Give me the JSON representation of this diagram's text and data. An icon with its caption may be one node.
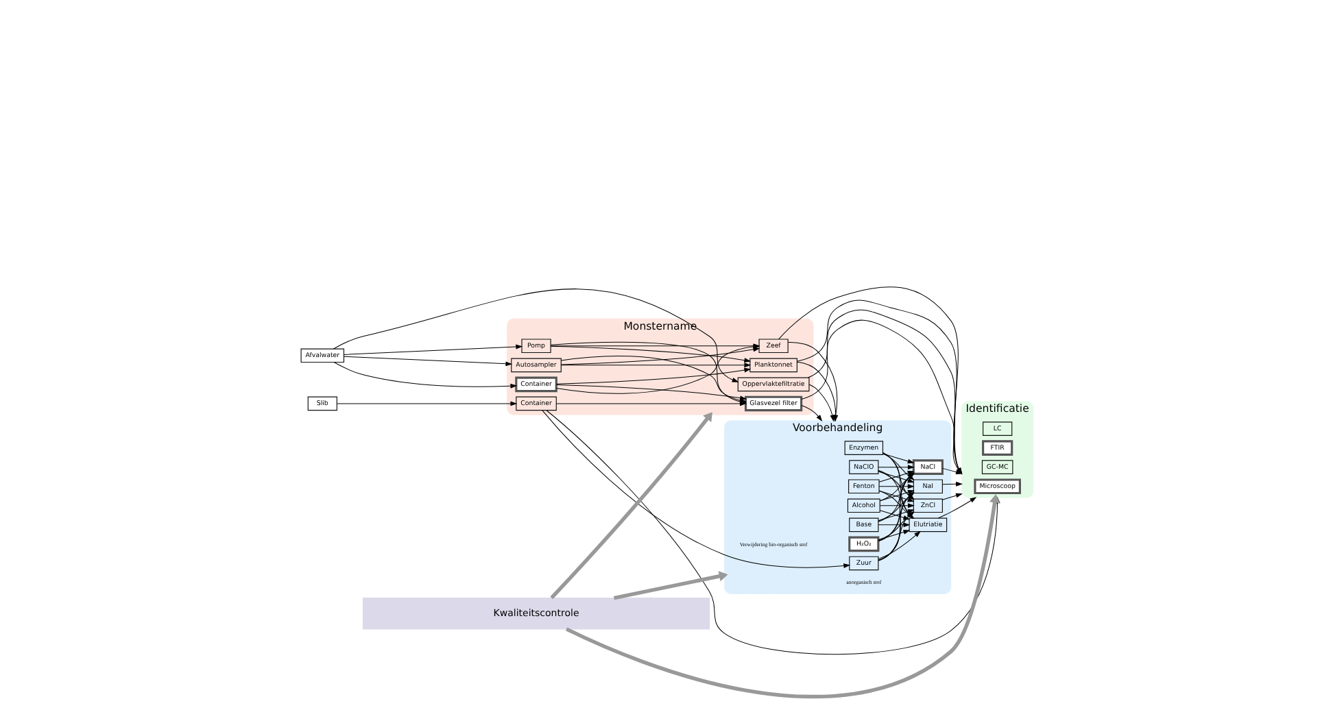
{
  "diagram": {
    "nodes": [
      {
        "text": [
          "Monstername"
        ]
      },
      {
        "text": [
          "Oppervlaktefiltratie"
        ],
        "in": 0
      },
      {
        "text": [
          "Container"
        ],
        "in": 0
      },
      {
        "text": [
          "Zeef"
        ],
        "in": 0
      },
      {
        "text": [
          "Autosampler"
        ],
        "in": 0
      },
      {
        "text": [
          "Planktonnet"
        ],
        "in": 0
      },
      {
        "text": [
          "Pomp"
        ],
        "in": 0
      },
      {
        "text": [
          "Glasvezel filter"
        ],
        "in": 0
      },
      {
        "text": [
          "Container"
        ],
        "in": 0
      },
      {
        "text": [
          "Voorbehandeling"
        ]
      },
      {
        "text": [
          "H₂O₂"
        ],
        "in": 9
      },
      {
        "text": [
          "Fenton"
        ],
        "in": 9
      },
      {
        "text": [
          "NaClO"
        ],
        "in": 9
      },
      {
        "text": [
          "Enzymen"
        ],
        "in": 9
      },
      {
        "text": [
          "Base"
        ],
        "in": 9
      },
      {
        "text": [
          "Zuur"
        ],
        "in": 9
      },
      {
        "text": [
          "Alcohol"
        ],
        "in": 9
      },
      {
        "text": [
          "NaCl"
        ],
        "in": 9
      },
      {
        "text": [
          "NaI"
        ],
        "in": 9
      },
      {
        "text": [
          "ZnCl"
        ],
        "in": 9
      },
      {
        "text": [
          "Elutriatie"
        ],
        "in": 9
      },
      {
        "text": [
          "Identificatie"
        ]
      },
      {
        "text": [
          "Microscoop"
        ],
        "in": 21
      },
      {
        "text": [
          "FTIR"
        ],
        "in": 21
      },
      {
        "text": [
          "GC-MC"
        ],
        "in": 21
      },
      {
        "text": [
          "LC"
        ],
        "in": 21
      },
      {
        "text": [
          "Afvalwater"
        ]
      },
      {
        "text": [
          "Slib"
        ]
      },
      {
        "text": [
          "Kwaliteitscontrole"
        ]
      }
    ],
    "edges": [
      {
        "from": 26,
        "to": 1,
        "arrow": "to"
      },
      {
        "from": 26,
        "to": 2,
        "arrow": "to"
      },
      {
        "from": 26,
        "to": 4,
        "arrow": "to"
      },
      {
        "from": 26,
        "to": 6,
        "arrow": "to"
      },
      {
        "from": 2,
        "to": 3,
        "arrow": "to"
      },
      {
        "from": 2,
        "to": 5,
        "arrow": "to"
      },
      {
        "from": 2,
        "to": 7,
        "arrow": "to"
      },
      {
        "from": 4,
        "to": 3,
        "arrow": "to"
      },
      {
        "from": 4,
        "to": 5,
        "arrow": "to"
      },
      {
        "from": 4,
        "to": 7,
        "arrow": "to"
      },
      {
        "from": 6,
        "to": 3,
        "arrow": "to"
      },
      {
        "from": 6,
        "to": 5,
        "arrow": "to"
      },
      {
        "from": 6,
        "to": 7,
        "arrow": "to"
      },
      {
        "from": 27,
        "to": 8,
        "arrow": "to"
      },
      {
        "from": 8,
        "to": 7,
        "arrow": "to"
      },
      {
        "from": 8,
        "to": 15,
        "arrow": "to"
      },
      {
        "from": 8,
        "to": 21,
        "arrow": "to"
      },
      {
        "from": 1,
        "to": 9,
        "arrow": "to"
      },
      {
        "from": 3,
        "to": 9,
        "arrow": "to"
      },
      {
        "from": 5,
        "to": 9,
        "arrow": "to"
      },
      {
        "from": 7,
        "to": 9,
        "arrow": "to"
      },
      {
        "from": 1,
        "to": 21,
        "arrow": "to"
      },
      {
        "from": 3,
        "to": 21,
        "arrow": "to"
      },
      {
        "from": 5,
        "to": 21,
        "arrow": "to"
      },
      {
        "from": 7,
        "to": 21,
        "arrow": "to"
      },
      {
        "from": 10,
        "to": 17,
        "arrow": "to"
      },
      {
        "from": 10,
        "to": 18,
        "arrow": "to"
      },
      {
        "from": 10,
        "to": 19,
        "arrow": "to"
      },
      {
        "from": 10,
        "to": 20,
        "arrow": "to"
      },
      {
        "from": 11,
        "to": 17,
        "arrow": "to"
      },
      {
        "from": 11,
        "to": 18,
        "arrow": "to"
      },
      {
        "from": 11,
        "to": 19,
        "arrow": "to"
      },
      {
        "from": 11,
        "to": 20,
        "arrow": "to"
      },
      {
        "from": 12,
        "to": 17,
        "arrow": "to"
      },
      {
        "from": 12,
        "to": 18,
        "arrow": "to"
      },
      {
        "from": 12,
        "to": 19,
        "arrow": "to"
      },
      {
        "from": 12,
        "to": 20,
        "arrow": "to"
      },
      {
        "from": 13,
        "to": 17,
        "arrow": "to"
      },
      {
        "from": 13,
        "to": 18,
        "arrow": "to"
      },
      {
        "from": 13,
        "to": 19,
        "arrow": "to"
      },
      {
        "from": 13,
        "to": 20,
        "arrow": "to"
      },
      {
        "from": 14,
        "to": 17,
        "arrow": "to"
      },
      {
        "from": 14,
        "to": 18,
        "arrow": "to"
      },
      {
        "from": 14,
        "to": 19,
        "arrow": "to"
      },
      {
        "from": 14,
        "to": 20,
        "arrow": "to"
      },
      {
        "from": 15,
        "to": 17,
        "arrow": "to"
      },
      {
        "from": 15,
        "to": 18,
        "arrow": "to"
      },
      {
        "from": 15,
        "to": 19,
        "arrow": "to"
      },
      {
        "from": 15,
        "to": 20,
        "arrow": "to"
      },
      {
        "from": 16,
        "to": 17,
        "arrow": "to"
      },
      {
        "from": 16,
        "to": 18,
        "arrow": "to"
      },
      {
        "from": 16,
        "to": 19,
        "arrow": "to"
      },
      {
        "from": 16,
        "to": 20,
        "arrow": "to"
      },
      {
        "from": 17,
        "to": 21,
        "arrow": "to"
      },
      {
        "from": 18,
        "to": 21,
        "arrow": "to"
      },
      {
        "from": 19,
        "to": 21,
        "arrow": "to"
      },
      {
        "from": 20,
        "to": 21,
        "arrow": "to"
      },
      {
        "from": 28,
        "to": 0,
        "arrow": "to",
        "style": "thick",
        "color": "#999999"
      },
      {
        "from": 28,
        "to": 9,
        "arrow": "to",
        "style": "thick",
        "color": "#999999"
      },
      {
        "from": 28,
        "to": 21,
        "arrow": "to",
        "style": "thick",
        "color": "#999999"
      }
    ],
    "labels": [
      "Verwijdering bio-organisch stof",
      "anorganisch stof"
    ]
  }
}
